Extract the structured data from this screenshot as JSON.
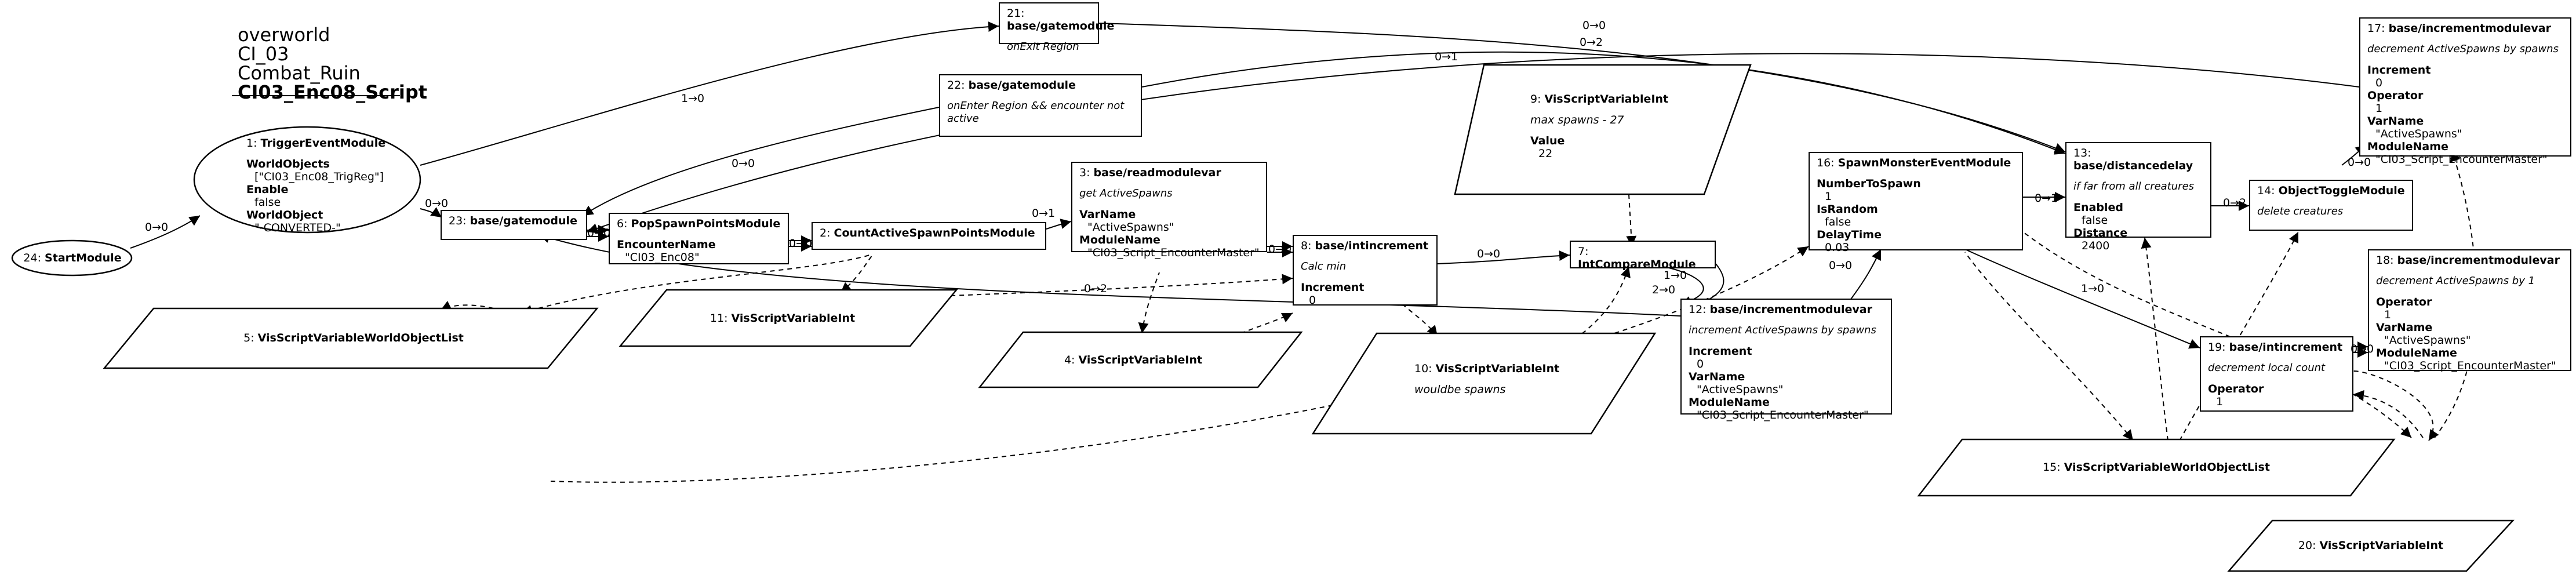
{
  "header": {
    "lines": [
      "overworld",
      "CI_03",
      "Combat_Ruin",
      "CI03_Enc08_Script"
    ]
  },
  "nodes": [
    {
      "id": "n24",
      "shape": "ellipse",
      "title_num": "24:",
      "title_name": "StartModule",
      "desc": "",
      "props": []
    },
    {
      "id": "n1",
      "shape": "ellipse",
      "title_num": "1:",
      "title_name": "TriggerEventModule",
      "desc": "",
      "props": [
        {
          "name": "WorldObjects",
          "val": "[\"CI03_Enc08_TrigReg\"]"
        },
        {
          "name": "Enable",
          "val": "false"
        },
        {
          "name": "WorldObject",
          "val": "\"-CONVERTED-\""
        }
      ]
    },
    {
      "id": "n23",
      "shape": "box",
      "title_num": "23:",
      "title_name": "base/gatemodule",
      "desc": "",
      "props": []
    },
    {
      "id": "n21",
      "shape": "box",
      "title_num": "21:",
      "title_name": "base/gatemodule",
      "desc": "onExit Region",
      "props": []
    },
    {
      "id": "n22",
      "shape": "box",
      "title_num": "22:",
      "title_name": "base/gatemodule",
      "desc": "onEnter Region && encounter not active",
      "props": []
    },
    {
      "id": "n6",
      "shape": "box",
      "title_num": "6:",
      "title_name": "PopSpawnPointsModule",
      "desc": "",
      "props": [
        {
          "name": "EncounterName",
          "val": "\"CI03_Enc08\""
        }
      ]
    },
    {
      "id": "n2",
      "shape": "box",
      "title_num": "2:",
      "title_name": "CountActiveSpawnPointsModule",
      "desc": "",
      "props": []
    },
    {
      "id": "n3",
      "shape": "box",
      "title_num": "3:",
      "title_name": "base/readmodulevar",
      "desc": "get ActiveSpawns",
      "props": [
        {
          "name": "VarName",
          "val": "\"ActiveSpawns\""
        },
        {
          "name": "ModuleName",
          "val": "\"CI03_Script_EncounterMaster\""
        }
      ]
    },
    {
      "id": "n8",
      "shape": "box",
      "title_num": "8:",
      "title_name": "base/intincrement",
      "desc": "Calc min",
      "props": [
        {
          "name": "Increment",
          "val": "0"
        }
      ]
    },
    {
      "id": "n7",
      "shape": "box",
      "title_num": "7:",
      "title_name": "IntCompareModule",
      "desc": "",
      "props": []
    },
    {
      "id": "n9",
      "shape": "parallelogram",
      "title_num": "9:",
      "title_name": "VisScriptVariableInt",
      "desc": "max spawns - 27",
      "props": [
        {
          "name": "Value",
          "val": "22"
        }
      ]
    },
    {
      "id": "n16",
      "shape": "box",
      "title_num": "16:",
      "title_name": "SpawnMonsterEventModule",
      "desc": "",
      "props": [
        {
          "name": "NumberToSpawn",
          "val": "1"
        },
        {
          "name": "IsRandom",
          "val": "false"
        },
        {
          "name": "DelayTime",
          "val": "0.03"
        }
      ]
    },
    {
      "id": "n12",
      "shape": "box",
      "title_num": "12:",
      "title_name": "base/incrementmodulevar",
      "desc": "increment ActiveSpawns by spawns",
      "props": [
        {
          "name": "Increment",
          "val": "0"
        },
        {
          "name": "VarName",
          "val": "\"ActiveSpawns\""
        },
        {
          "name": "ModuleName",
          "val": "\"CI03_Script_EncounterMaster\""
        }
      ]
    },
    {
      "id": "n13",
      "shape": "box",
      "title_num": "13:",
      "title_name": "base/distancedelay",
      "desc": "if far from all creatures",
      "props": [
        {
          "name": "Enabled",
          "val": "false"
        },
        {
          "name": "Distance",
          "val": "2400"
        }
      ]
    },
    {
      "id": "n14",
      "shape": "box",
      "title_num": "14:",
      "title_name": "ObjectToggleModule",
      "desc": "delete creatures",
      "props": []
    },
    {
      "id": "n17",
      "shape": "box",
      "title_num": "17:",
      "title_name": "base/incrementmodulevar",
      "desc": "decrement ActiveSpawns by spawns",
      "props": [
        {
          "name": "Increment",
          "val": "0"
        },
        {
          "name": "Operator",
          "val": "1"
        },
        {
          "name": "VarName",
          "val": "\"ActiveSpawns\""
        },
        {
          "name": "ModuleName",
          "val": "\"CI03_Script_EncounterMaster\""
        }
      ]
    },
    {
      "id": "n18",
      "shape": "box",
      "title_num": "18:",
      "title_name": "base/incrementmodulevar",
      "desc": "decrement ActiveSpawns by 1",
      "props": [
        {
          "name": "Operator",
          "val": "1"
        },
        {
          "name": "VarName",
          "val": "\"ActiveSpawns\""
        },
        {
          "name": "ModuleName",
          "val": "\"CI03_Script_EncounterMaster\""
        }
      ]
    },
    {
      "id": "n19",
      "shape": "box",
      "title_num": "19:",
      "title_name": "base/intincrement",
      "desc": "decrement local count",
      "props": [
        {
          "name": "Operator",
          "val": "1"
        }
      ]
    },
    {
      "id": "n5",
      "shape": "parallelogram",
      "title_num": "5:",
      "title_name": "VisScriptVariableWorldObjectList",
      "desc": "",
      "props": []
    },
    {
      "id": "n11",
      "shape": "parallelogram",
      "title_num": "11:",
      "title_name": "VisScriptVariableInt",
      "desc": "",
      "props": []
    },
    {
      "id": "n4",
      "shape": "parallelogram",
      "title_num": "4:",
      "title_name": "VisScriptVariableInt",
      "desc": "",
      "props": []
    },
    {
      "id": "n10",
      "shape": "parallelogram",
      "title_num": "10:",
      "title_name": "VisScriptVariableInt",
      "desc": "wouldbe spawns",
      "props": []
    },
    {
      "id": "n15",
      "shape": "parallelogram",
      "title_num": "15:",
      "title_name": "VisScriptVariableWorldObjectList",
      "desc": "",
      "props": []
    },
    {
      "id": "n20",
      "shape": "parallelogram",
      "title_num": "20:",
      "title_name": "VisScriptVariableInt",
      "desc": "",
      "props": []
    }
  ],
  "edges": [
    {
      "id": "e24-1",
      "label": "0→0",
      "dashed": false
    },
    {
      "id": "e1-21",
      "label": "1→0",
      "dashed": false
    },
    {
      "id": "e1-23",
      "label": "0→0",
      "dashed": false
    },
    {
      "id": "e22-23",
      "label": "0→0",
      "dashed": false
    },
    {
      "id": "e21-13",
      "label": "0→0",
      "dashed": false
    },
    {
      "id": "e22-13",
      "label": "0→1",
      "dashed": false
    },
    {
      "id": "e17-23",
      "label": "0→2",
      "dashed": false
    },
    {
      "id": "e23-6",
      "label": "0→0",
      "dashed": false
    },
    {
      "id": "e6-2",
      "label": "0→0",
      "dashed": false
    },
    {
      "id": "e2-3",
      "label": "0→1",
      "dashed": false
    },
    {
      "id": "e3-8",
      "label": "0→0",
      "dashed": false
    },
    {
      "id": "e8-7",
      "label": "0→0",
      "dashed": false
    },
    {
      "id": "e7-12",
      "label": "1→0",
      "dashed": false
    },
    {
      "id": "e7-16",
      "label": "2→0",
      "dashed": false
    },
    {
      "id": "e12-16",
      "label": "0→0",
      "dashed": false
    },
    {
      "id": "e12-23",
      "label": "0→2",
      "dashed": false
    },
    {
      "id": "e16-13",
      "label": "0→1",
      "dashed": false
    },
    {
      "id": "e16-19",
      "label": "1→0",
      "dashed": false
    },
    {
      "id": "e13-14",
      "label": "0→2",
      "dashed": false
    },
    {
      "id": "e14-17",
      "label": "0→0",
      "dashed": false
    },
    {
      "id": "e19-18",
      "label": "0→0",
      "dashed": false
    }
  ]
}
